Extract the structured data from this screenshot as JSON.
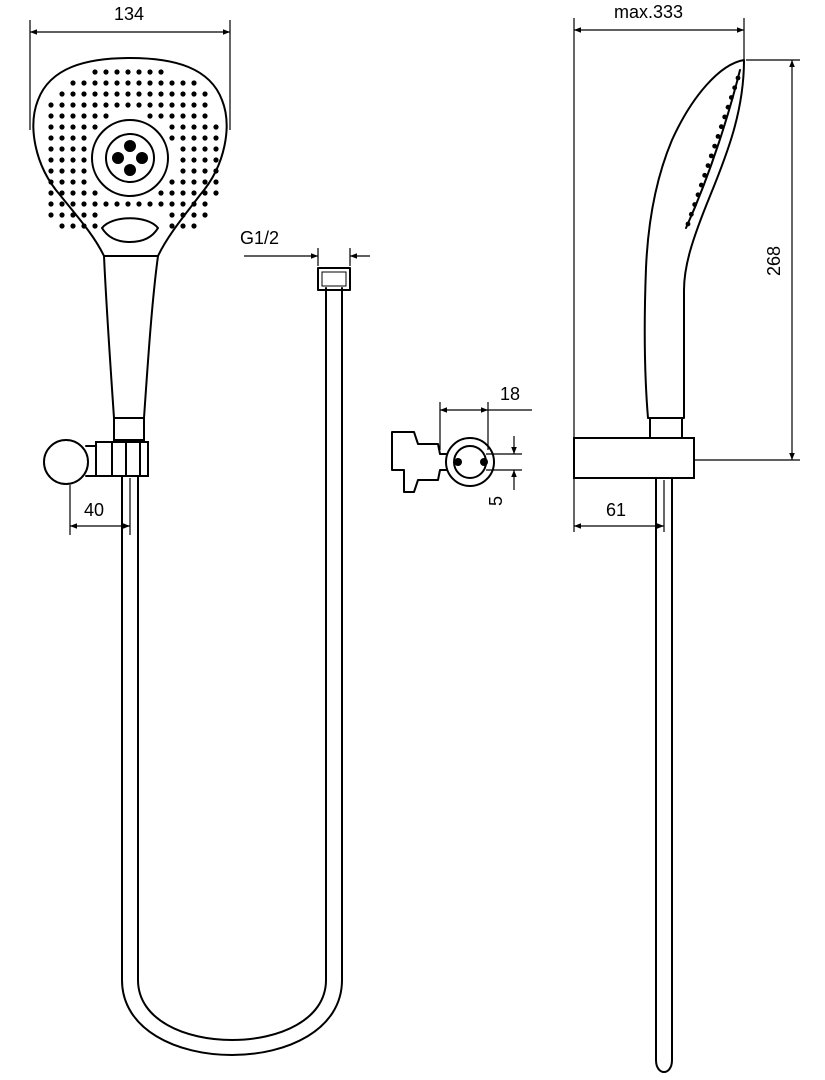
{
  "dimensions": {
    "head_width": "134",
    "connector_thread": "G1/2",
    "holder_offset": "40",
    "pin_spacing": "18",
    "pin_diameter": "5",
    "max_length": "max.333",
    "handshower_height": "268",
    "holder_depth": "61"
  }
}
